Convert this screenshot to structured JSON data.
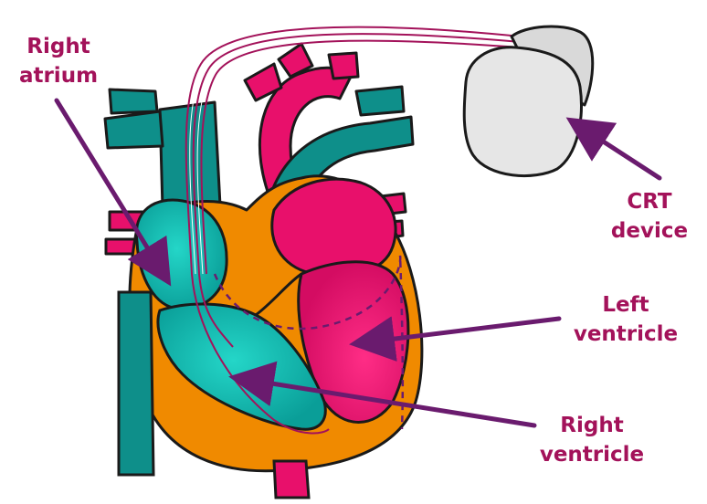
{
  "labels": {
    "right_atrium": {
      "line1": "Right",
      "line2": "atrium"
    },
    "crt_device": {
      "line1": "CRT",
      "line2": "device"
    },
    "left_ventricle": {
      "line1": "Left",
      "line2": "ventricle"
    },
    "right_ventricle": {
      "line1": "Right",
      "line2": "ventricle"
    }
  },
  "colors": {
    "label_text": "#a3125a",
    "arrow": "#6a1b6e",
    "outline": "#1a1a1a",
    "muscle_orange": "#f08a00",
    "chamber_teal": "#0fb5ad",
    "vessel_teal": "#0e8f8a",
    "left_heart_pink": "#e8106b",
    "device_gray": "#e6e6e6",
    "lead_wire": "#a3125a"
  }
}
